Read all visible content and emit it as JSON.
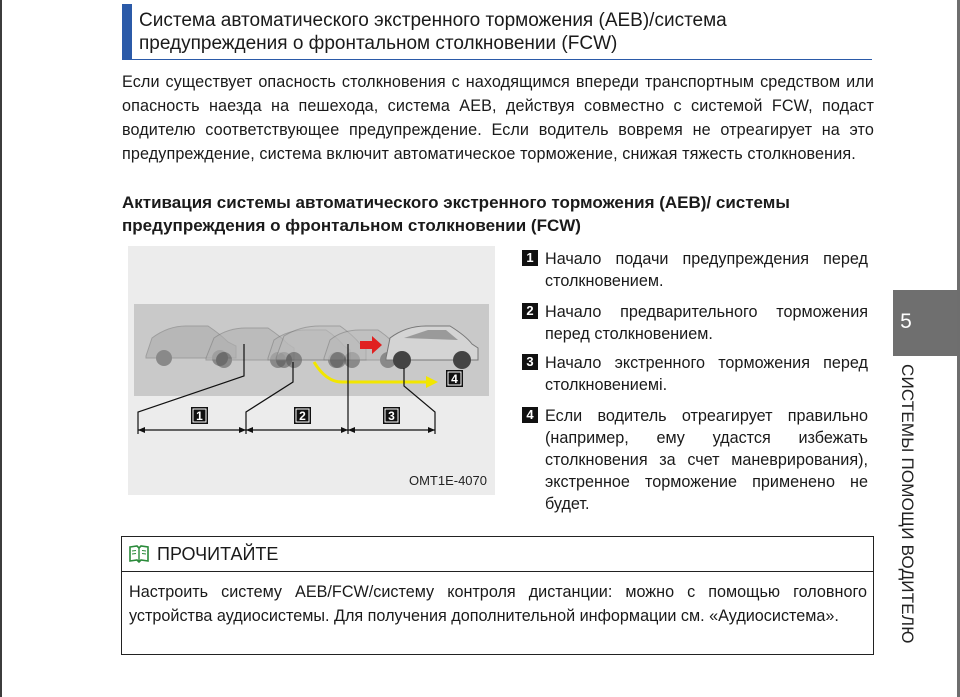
{
  "header": {
    "title": "Система автоматического экстренного торможения (AEB)/система предупреждения о фронтальном столкновении (FCW)"
  },
  "intro": "Если существует опасность столкновения с находящимся впереди транспортным средством или опасность наезда на пешехода, система AEB, действуя совместно с системой FCW, подаст водителю соответствующее предупреждение. Если водитель вовремя не отреагирует на это предупреждение, система включит автоматическое торможение, снижая тяжесть столкновения.",
  "subheading": "Активация системы автоматического экстренного торможения (AEB)/ системы предупреждения о фронтальном столкновении (FCW)",
  "figure": {
    "code": "OMT1E-4070",
    "labels": [
      "1",
      "2",
      "3",
      "4"
    ]
  },
  "steps": [
    {
      "num": "1",
      "text": "Начало подачи предупреждения перед столкновением."
    },
    {
      "num": "2",
      "text": "Начало предварительного торможения перед столкновением."
    },
    {
      "num": "3",
      "text": "Начало экстренного торможения перед столкновениемі."
    },
    {
      "num": "4",
      "text": "Если водитель отреагирует правильно (например, ему удастся избежать столкновения за счет маневрирования), экстренное торможение применено не будет."
    }
  ],
  "note": {
    "title": "ПРОЧИТАЙТЕ",
    "icon": "book-icon",
    "body": "Настроить систему AEB/FCW/систему контроля дистанции: можно с помощью головного устройства аудиосистемы. Для получения дополнительной информации см. «Аудиосистема»."
  },
  "side_tab": {
    "number": "5",
    "label": "СИСТЕМЫ ПОМОЩИ ВОДИТЕЛЮ"
  },
  "colors": {
    "accent_blue": "#2b5aa8",
    "tab_gray": "#6f6f6f",
    "arrow_red": "#e02020",
    "path_yellow": "#f2e600"
  }
}
